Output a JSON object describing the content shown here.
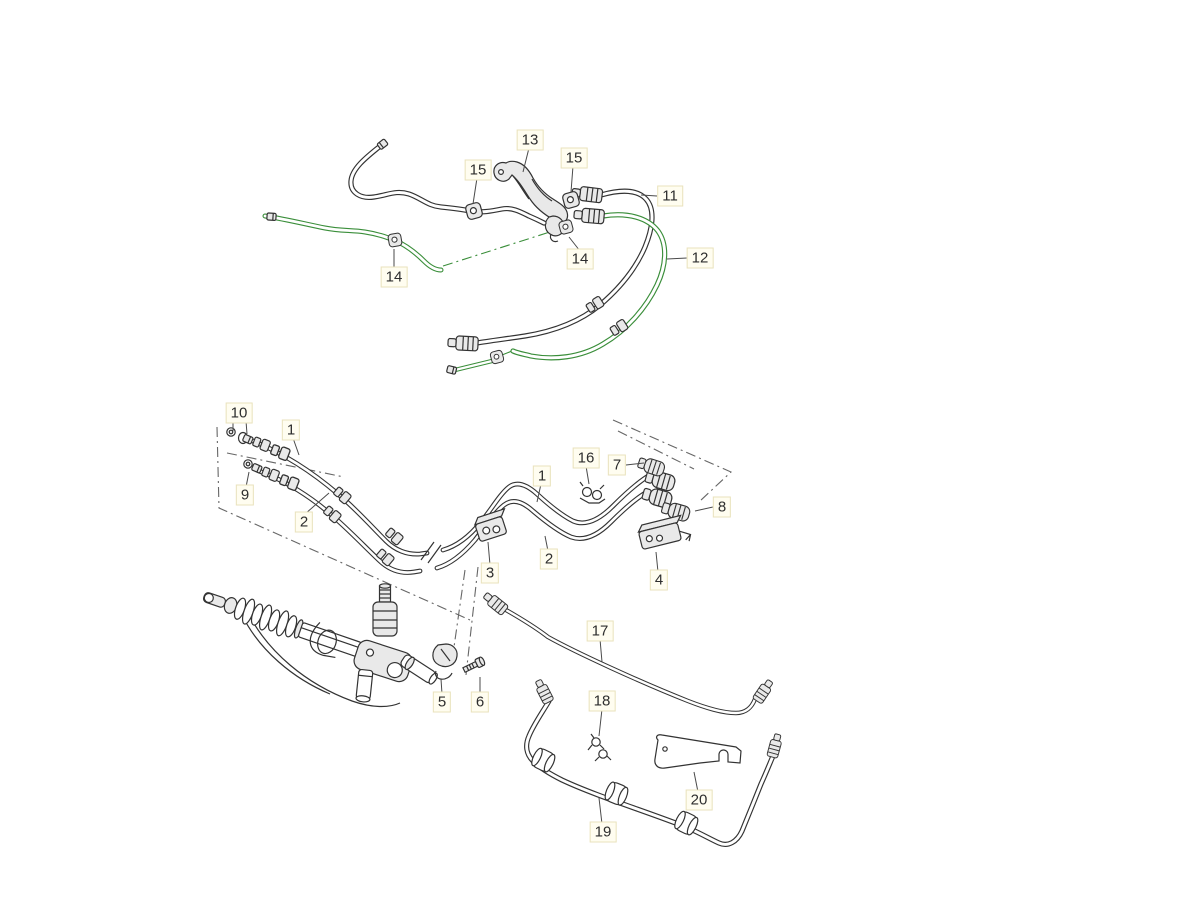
{
  "colors": {
    "line": "#333333",
    "highlight": "#3a8e3a",
    "dash": "#666666",
    "callout_bg": "#fffdf0",
    "callout_border": "#e9e2bd",
    "callout_text": "#2e2e2e",
    "page_bg": "#ffffff"
  },
  "callouts": {
    "c1a": "1",
    "c1b": "1",
    "c2a": "2",
    "c2b": "2",
    "c3": "3",
    "c4": "4",
    "c5": "5",
    "c6": "6",
    "c7": "7",
    "c8": "8",
    "c9": "9",
    "c10": "10",
    "c11": "11",
    "c12": "12",
    "c13": "13",
    "c14a": "14",
    "c14b": "14",
    "c15a": "15",
    "c15b": "15",
    "c16": "16",
    "c17": "17",
    "c18": "18",
    "c19": "19",
    "c20": "20"
  }
}
